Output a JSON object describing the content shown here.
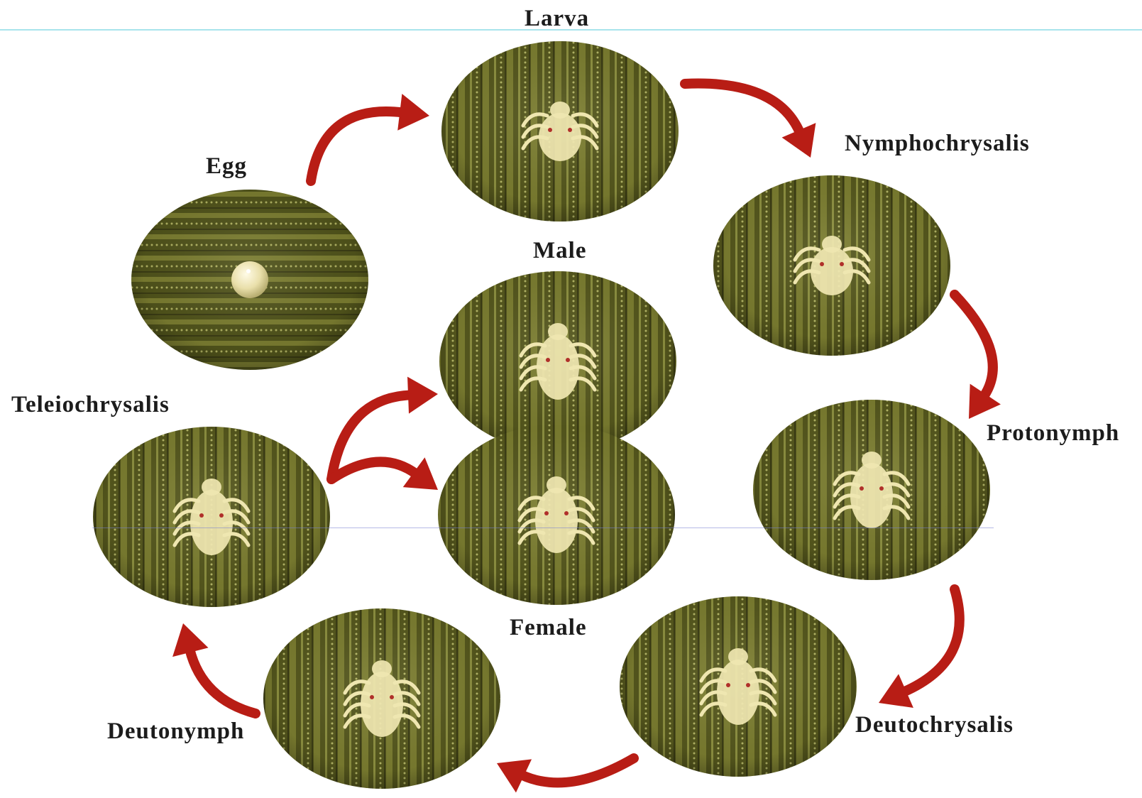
{
  "stages": {
    "larva": "Larva",
    "nymphochrysalis": "Nymphochrysalis",
    "protonymph": "Protonymph",
    "deutochrysalis": "Deutochrysalis",
    "deutonymph": "Deutonymph",
    "teleiochrysalis": "Teleiochrysalis",
    "egg": "Egg",
    "male": "Male",
    "female": "Female"
  },
  "colors": {
    "arrow": "#b81d15",
    "leaf_dark": "#3b3c14",
    "leaf_mid": "#6f7128",
    "leaf_light": "#a3a548",
    "mite": "#efe6b0",
    "background": "#ffffff"
  },
  "icons": {
    "egg": "egg-photo-icon",
    "larva": "larva-mite-photo-icon",
    "adult": "adult-mite-photo-icon",
    "arrow": "curved-arrow-icon"
  }
}
